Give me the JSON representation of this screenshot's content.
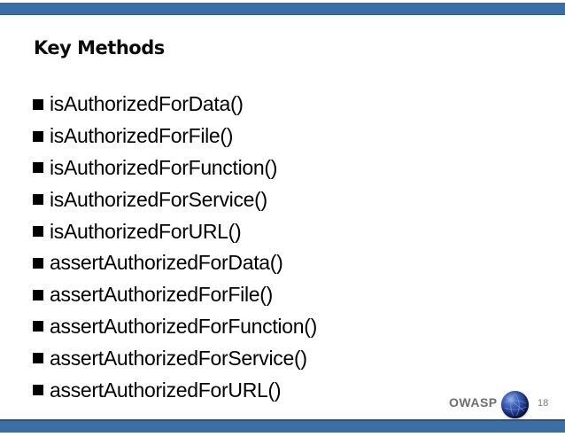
{
  "slide": {
    "title": "Key Methods",
    "bullets": [
      "isAuthorizedForData()",
      "isAuthorizedForFile()",
      "isAuthorizedForFunction()",
      "isAuthorizedForService()",
      "isAuthorizedForURL()",
      "assertAuthorizedForData()",
      "assertAuthorizedForFile()",
      "assertAuthorizedForFunction()",
      "assertAuthorizedForService()",
      "assertAuthorizedForURL()"
    ],
    "footer": {
      "brand": "OWASP",
      "page_number": "18",
      "logo_icon": "owasp-globe-icon"
    },
    "colors": {
      "bar_blue": "#3a6ea5",
      "bar_edge_dark": "#27547f",
      "title_text": "#0a0a0a",
      "list_text": "#000000",
      "footer_gray": "#6e6e6e",
      "page_gray": "#7a7a7a",
      "globe_dark": "#0d1b55",
      "globe_light": "#8fb0e0"
    }
  }
}
